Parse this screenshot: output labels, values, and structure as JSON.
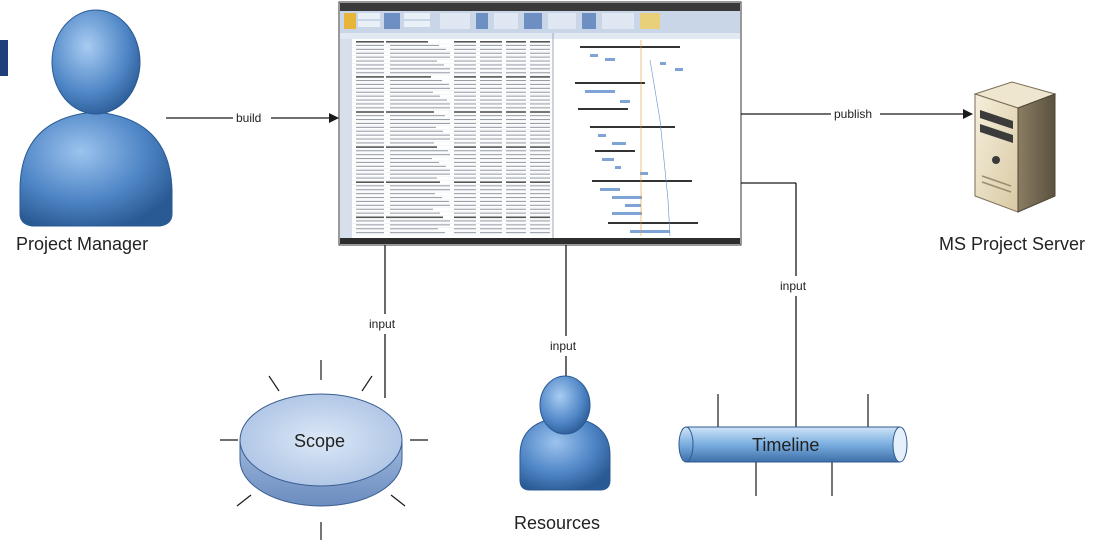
{
  "nodes": {
    "project_manager": "Project Manager",
    "ms_project_server": "MS Project Server",
    "scope": "Scope",
    "resources": "Resources",
    "timeline": "Timeline"
  },
  "edges": {
    "build": "build",
    "publish": "publish",
    "input_scope": "input",
    "input_resources": "input",
    "input_timeline": "input"
  },
  "colors": {
    "person_blue": "#4f86c6",
    "scope_blue": "#b8cce8",
    "timeline_blue": "#7aaee0",
    "server_beige": "#e8dcc0",
    "line": "#1a1a1a",
    "left_edge_mark": "#1f3f7a"
  },
  "icons": {
    "project_manager": "person-icon",
    "resources": "person-icon",
    "ms_project_server": "server-tower-icon",
    "project_plan": "gantt-screenshot-icon",
    "scope": "cylinder-icon",
    "timeline": "pipe-icon"
  }
}
